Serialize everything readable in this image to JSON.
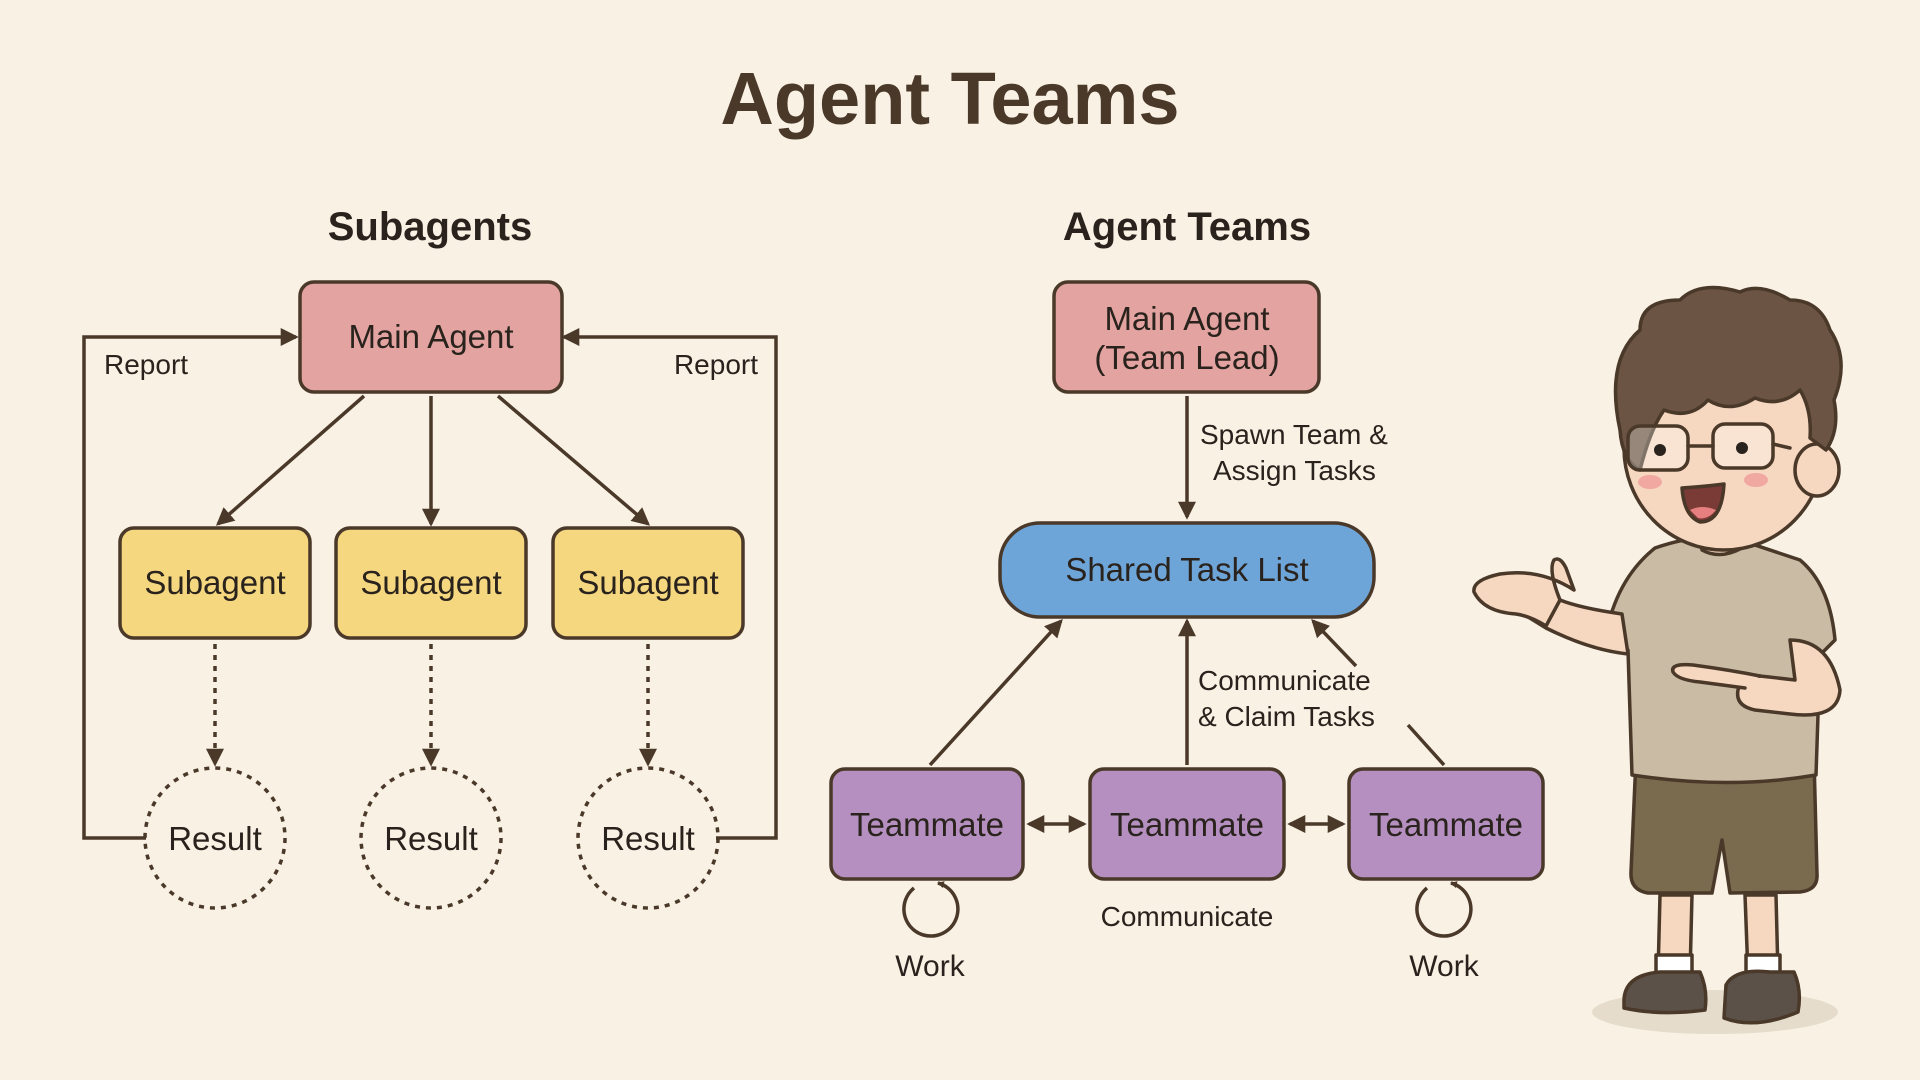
{
  "title": "Agent Teams",
  "subagents": {
    "heading": "Subagents",
    "main": "Main Agent",
    "report_left": "Report",
    "report_right": "Report",
    "subagents": [
      "Subagent",
      "Subagent",
      "Subagent"
    ],
    "results": [
      "Result",
      "Result",
      "Result"
    ]
  },
  "teams": {
    "heading": "Agent Teams",
    "lead_line1": "Main Agent",
    "lead_line2": "(Team Lead)",
    "spawn_line1": "Spawn Team &",
    "spawn_line2": "Assign Tasks",
    "task_list": "Shared Task List",
    "claim_line1": "Communicate",
    "claim_line2": "& Claim Tasks",
    "teammates": [
      "Teammate",
      "Teammate",
      "Teammate"
    ],
    "communicate": "Communicate",
    "work_left": "Work",
    "work_right": "Work"
  },
  "colors": {
    "background": "#f8f1e4",
    "main_agent": "#e3a3a0",
    "subagent": "#f5d77f",
    "task_list": "#6ea5d8",
    "teammate": "#b48fc0",
    "outline": "#4a3829"
  }
}
